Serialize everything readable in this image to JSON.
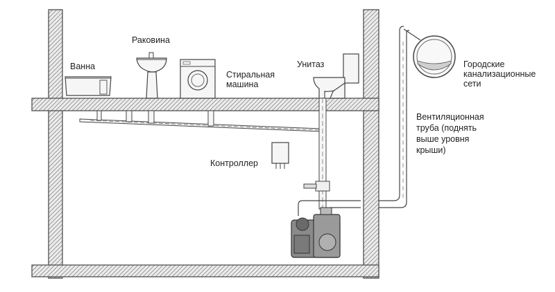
{
  "labels": {
    "bath": "Ванна",
    "sink": "Раковина",
    "washer_line1": "Стиральная",
    "washer_line2": "машина",
    "toilet": "Унитаз",
    "city_line1": "Городские",
    "city_line2": "канализационные",
    "city_line3": "сети",
    "vent_line1": "Вентиляционная",
    "vent_line2": "труба (поднять",
    "vent_line3": "выше уровня",
    "vent_line4": "крыши)",
    "controller": "Контроллер"
  },
  "colors": {
    "wall_fill": "#e9e9e9",
    "line": "#444444",
    "pipe_fill": "#f4f4f4",
    "pump_fill": "#8a8a8a",
    "pump_dark": "#555555",
    "text": "#222222"
  }
}
